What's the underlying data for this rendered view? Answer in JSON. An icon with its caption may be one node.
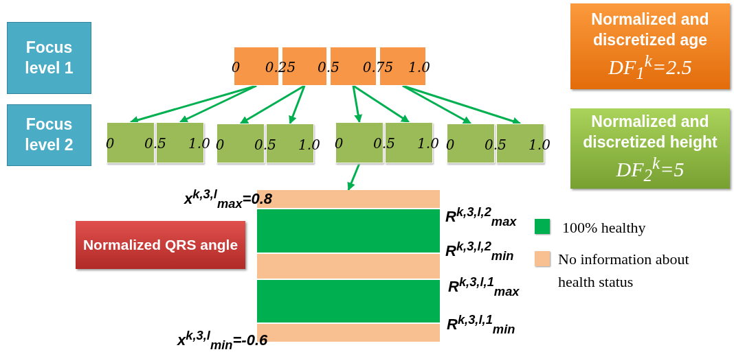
{
  "diagram": {
    "nodes": [
      {
        "text": [
          "Focus level 1"
        ]
      },
      {
        "text": [],
        "shape": "box"
      },
      {
        "text": [],
        "shape": "box"
      },
      {
        "text": [],
        "shape": "box"
      },
      {
        "text": [],
        "shape": "box"
      },
      {
        "text": [
          "Normalized and discretized age",
          "DF$_{1}$$^{k}$=2.5"
        ]
      },
      {
        "text": [
          "Focus level 2"
        ]
      },
      {
        "text": [],
        "shape": "box"
      },
      {
        "text": [],
        "shape": "box"
      },
      {
        "text": [],
        "shape": "box"
      },
      {
        "text": [],
        "shape": "box"
      },
      {
        "text": [],
        "shape": "box"
      },
      {
        "text": [],
        "shape": "box"
      },
      {
        "text": [],
        "shape": "box"
      },
      {
        "text": [],
        "shape": "box"
      },
      {
        "text": [
          "Normalized and discretized height",
          "DF$_{2}$$^{k}$=5"
        ]
      },
      {
        "text": [
          "Normalized QRS angle"
        ]
      },
      {
        "text": [],
        "shape": "bar"
      },
      {
        "text": [],
        "shape": "bar"
      },
      {
        "text": [],
        "shape": "bar"
      },
      {
        "text": [],
        "shape": "bar"
      },
      {
        "text": [],
        "shape": "bar"
      }
    ],
    "edges": [
      {
        "from": 1,
        "to": 7,
        "arrow": "to"
      },
      {
        "from": 1,
        "to": 8,
        "arrow": "to"
      },
      {
        "from": 2,
        "to": 9,
        "arrow": "to"
      },
      {
        "from": 2,
        "to": 10,
        "arrow": "to"
      },
      {
        "from": 3,
        "to": 11,
        "arrow": "to"
      },
      {
        "from": 3,
        "to": 12,
        "arrow": "to"
      },
      {
        "from": 4,
        "to": 13,
        "arrow": "to"
      },
      {
        "from": 4,
        "to": 14,
        "arrow": "to"
      },
      {
        "from": 11,
        "to": 17,
        "arrow": "to"
      }
    ],
    "labels": [
      "0",
      "0.25",
      "0.5",
      "0.75",
      "1.0",
      "0",
      "0.5",
      "1.0",
      "0",
      "0.5",
      "1.0",
      "0",
      "0.5",
      "1.0",
      "0",
      "0.5",
      "1.0",
      "x$^{k,3,l}$$_{max}$=0.8",
      "R$^{k,3,l,2}$$_{max}$",
      "R$^{k,3,l,2}$$_{min}$",
      "R$^{k,3,l,1}$$_{max}$",
      "R$^{k,3,l,1}$$_{min}$",
      "x$^{k,3,l}$$_{min}$=-0.6"
    ],
    "legend": [
      {
        "text": "100% healthy",
        "color": "#00b050"
      },
      {
        "text": "No information about health status",
        "color": "#f8c090"
      }
    ]
  }
}
